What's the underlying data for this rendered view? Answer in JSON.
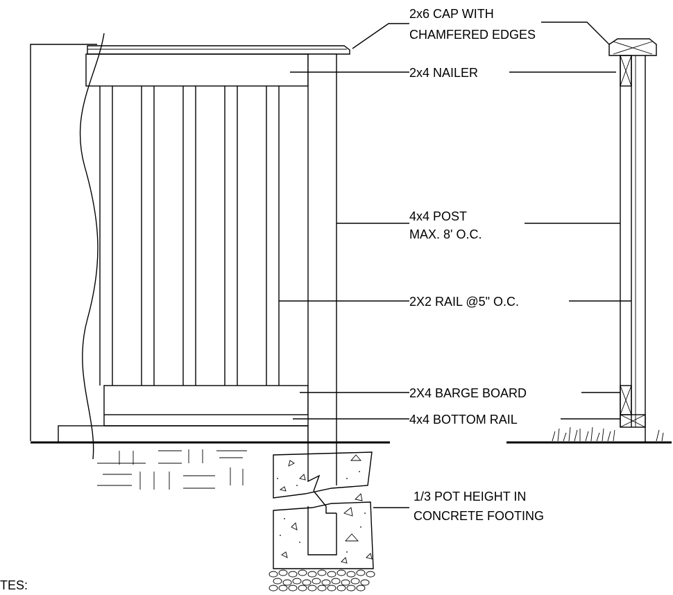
{
  "labels": {
    "cap_line1": "2x6 CAP WITH",
    "cap_line2": "CHAMFERED EDGES",
    "nailer": "2x4 NAILER",
    "post_line1": "4x4 POST",
    "post_line2": "MAX. 8' O.C.",
    "rail": "2X2 RAIL @5\" O.C.",
    "barge": "2X4 BARGE BOARD",
    "bottom_rail": "4x4 BOTTOM RAIL",
    "footing_line1": "1/3 POT HEIGHT IN",
    "footing_line2": "CONCRETE FOOTING"
  },
  "notes_heading": "TES:"
}
